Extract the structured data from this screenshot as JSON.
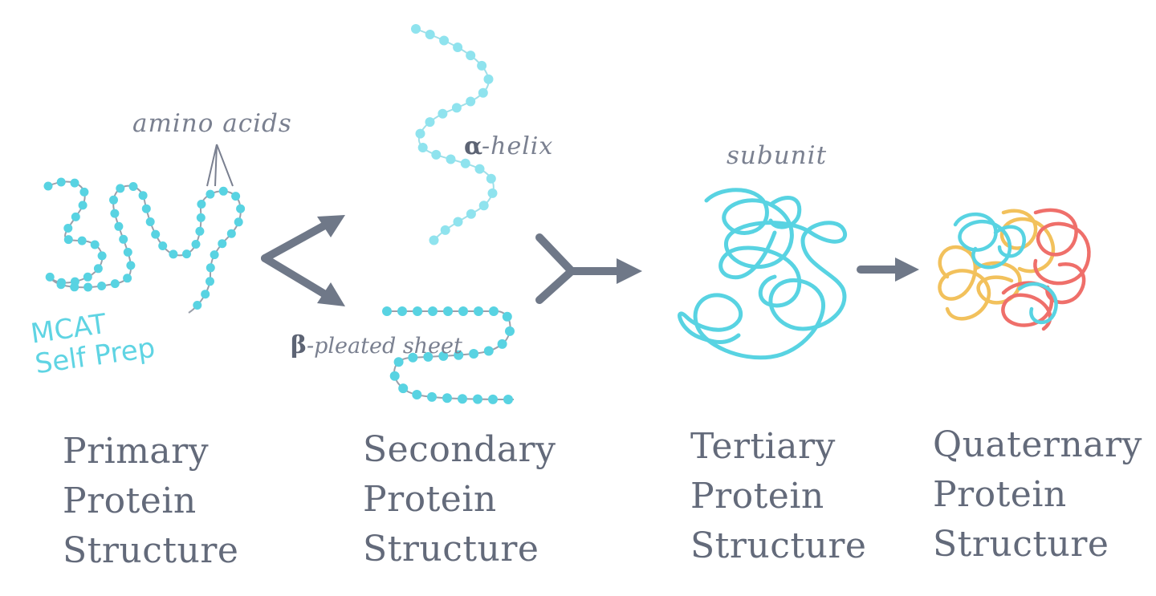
{
  "colors": {
    "chain": "#58d3e2",
    "chain_light": "#8fe3ee",
    "arrow": "#6f7888",
    "label": "#636a7a",
    "subunit_yellow": "#f2c15c",
    "subunit_red": "#ef6f6a"
  },
  "watermark": {
    "line1": "MCAT",
    "line2": "Self Prep"
  },
  "annotations": {
    "amino_acids": "amino acids",
    "alpha_greek": "α",
    "alpha_text": "-helix",
    "beta_greek": "β",
    "beta_text": "-pleated sheet",
    "subunit": "subunit"
  },
  "structures": [
    {
      "line1": "Primary",
      "line2": "Protein",
      "line3": "Structure"
    },
    {
      "line1": "Secondary",
      "line2": "Protein",
      "line3": "Structure"
    },
    {
      "line1": "Tertiary",
      "line2": "Protein",
      "line3": "Structure"
    },
    {
      "line1": "Quaternary",
      "line2": "Protein",
      "line3": "Structure"
    }
  ]
}
